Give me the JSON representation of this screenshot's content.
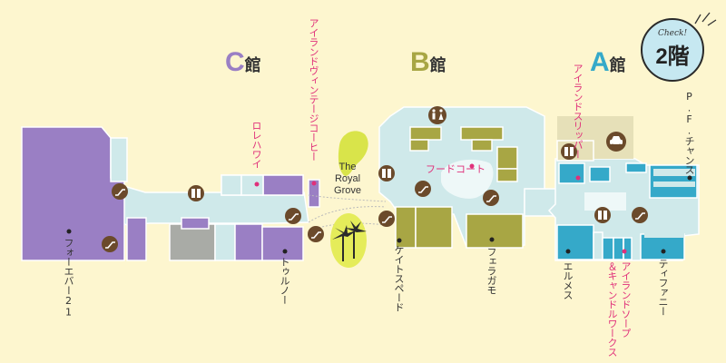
{
  "badge": {
    "check": "Check!",
    "floor": "2階"
  },
  "buildings": {
    "c": {
      "letter": "C",
      "kan": "館",
      "color": "#9a7fc4"
    },
    "b": {
      "letter": "B",
      "kan": "館",
      "color": "#a8a644"
    },
    "a": {
      "letter": "A",
      "kan": "館",
      "color": "#35a9c9"
    }
  },
  "grove": {
    "line1": "The",
    "line2": "Royal",
    "line3": "Grove"
  },
  "stores": {
    "forever21": "フォーエバー21",
    "touluno": "トゥルノー",
    "lolehawaii": "ロレハワイ",
    "vintage_coffee": "アイランドヴィンテージコーヒー",
    "katespade": "ケイトスペード",
    "ferragamo": "フェラガモ",
    "foodcourt": "フードコート",
    "slipper": "アイランドスリッパー",
    "pf_chang": "P.F.チャンス",
    "hermes": "エルメス",
    "soap_works": "＆キャンドルワークス",
    "soap": "アイランドソープ",
    "tiffany": "ティファニー"
  },
  "colors": {
    "background": "#fdf6cf",
    "corridor": "#cfe9ea",
    "c_store": "#9a7fc4",
    "b_store": "#a8a644",
    "a_store": "#35a9c9",
    "gray_store": "#a9aba6",
    "label_pink": "#e0307a",
    "icon_brown": "#6b4a2b"
  },
  "icons": [
    "escalator-icon",
    "elevator-icon",
    "restroom-icon",
    "parking-icon",
    "palm-tree-icon"
  ]
}
